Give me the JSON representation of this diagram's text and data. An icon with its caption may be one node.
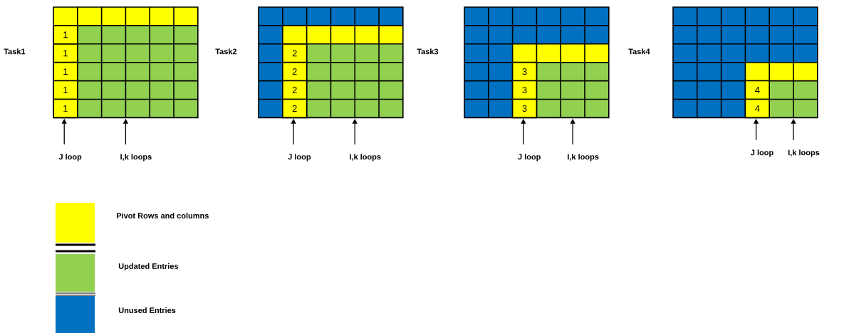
{
  "diagram": {
    "nodes": [
      {
        "text": [],
        "shape": "box",
        "beside": [
          "Task1"
        ]
      },
      {
        "text": [
          "1"
        ],
        "in": 0
      },
      {
        "text": [
          "1"
        ],
        "in": 0
      },
      {
        "text": [
          "1"
        ],
        "in": 0
      },
      {
        "text": [
          "1"
        ],
        "in": 0
      },
      {
        "text": [
          "1"
        ],
        "in": 0
      },
      {
        "text": [
          "J loop"
        ]
      },
      {
        "text": [
          "I,k loops"
        ]
      },
      {
        "text": [],
        "shape": "box",
        "beside": [
          "Task2"
        ]
      },
      {
        "text": [
          "2"
        ],
        "in": 8
      },
      {
        "text": [
          "2"
        ],
        "in": 8
      },
      {
        "text": [
          "2"
        ],
        "in": 8
      },
      {
        "text": [
          "2"
        ],
        "in": 8
      },
      {
        "text": [
          "J loop"
        ]
      },
      {
        "text": [
          "I,k loops"
        ]
      },
      {
        "text": [],
        "shape": "box",
        "beside": [
          "Task3"
        ]
      },
      {
        "text": [
          "3"
        ],
        "in": 15
      },
      {
        "text": [
          "3"
        ],
        "in": 15
      },
      {
        "text": [
          "3"
        ],
        "in": 15
      },
      {
        "text": [
          "J loop"
        ]
      },
      {
        "text": [
          "I,k loops"
        ]
      },
      {
        "text": [],
        "shape": "box",
        "beside": [
          "Task4"
        ]
      },
      {
        "text": [
          "4"
        ],
        "in": 21
      },
      {
        "text": [
          "4"
        ],
        "in": 21
      },
      {
        "text": [
          "J loop"
        ]
      },
      {
        "text": [
          "I,k loops"
        ]
      }
    ],
    "edges": [
      {
        "from": 6,
        "to": 0,
        "arrow": "to"
      },
      {
        "from": 7,
        "to": 0,
        "arrow": "to"
      },
      {
        "from": 13,
        "to": 8,
        "arrow": "to"
      },
      {
        "from": 14,
        "to": 8,
        "arrow": "to"
      },
      {
        "from": 19,
        "to": 15,
        "arrow": "to"
      },
      {
        "from": 20,
        "to": 15,
        "arrow": "to"
      },
      {
        "from": 24,
        "to": 21,
        "arrow": "to"
      },
      {
        "from": 25,
        "to": 21,
        "arrow": "to"
      }
    ],
    "legend": [
      {
        "text": "Pivot Rows and columns",
        "color": "#ffff00"
      },
      {
        "text": "Updated Entries",
        "color": "#92d050"
      },
      {
        "text": "Unused Entries",
        "color": "#0070c0"
      }
    ]
  }
}
